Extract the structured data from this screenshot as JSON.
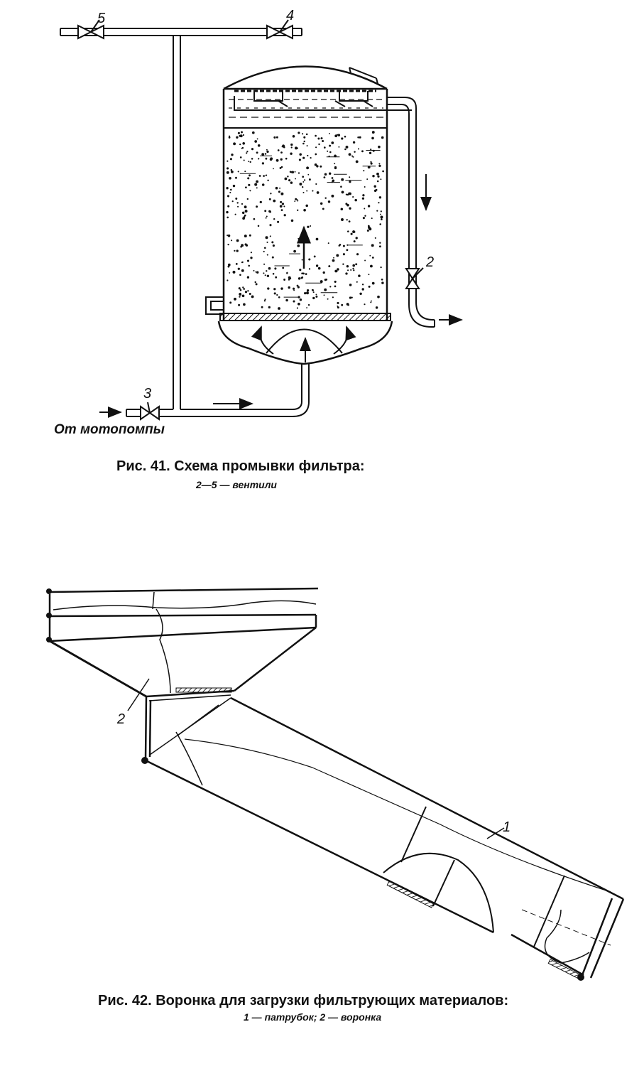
{
  "figure41": {
    "caption": "Рис. 41. Схема промывки фильтра:",
    "legend": "2—5 — вентили",
    "labels": {
      "valve2": "2",
      "valve3": "3",
      "valve4": "4",
      "valve5": "5",
      "source": "От мотопомпы"
    }
  },
  "figure42": {
    "caption": "Рис. 42. Воронка для загрузки фильтрующих материалов:",
    "legend": "1 — патрубок; 2 — воронка",
    "labels": {
      "part1": "1",
      "part2": "2"
    }
  }
}
